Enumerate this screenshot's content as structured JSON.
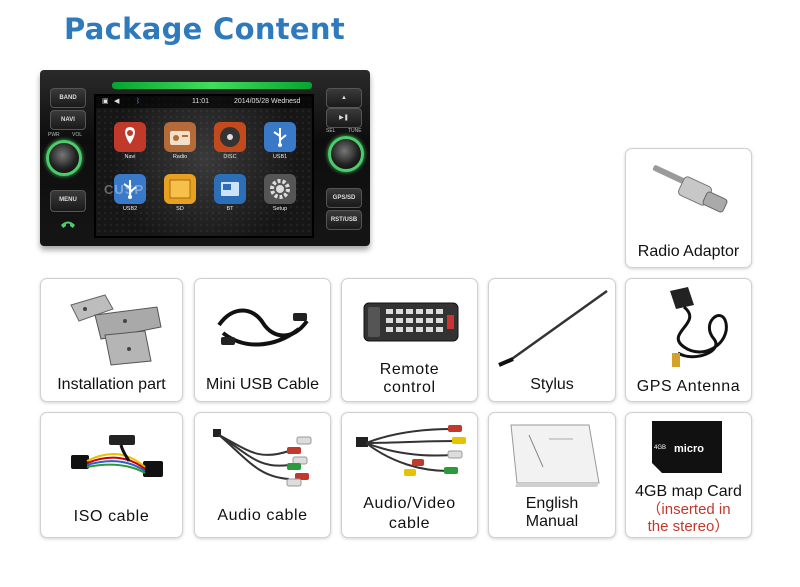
{
  "title": "Package Content",
  "head_unit": {
    "buttons": {
      "band": "BAND",
      "navi": "NAVI",
      "menu": "MENU",
      "gps_sd": "GPS/SD",
      "rst_usb": "RST/USB",
      "pwr": "PWR",
      "vol": "VOL",
      "sel": "SEL",
      "tune": "TUNE"
    },
    "status": {
      "time": "11:01",
      "date": "2014/05/28 Wednesd"
    },
    "apps": [
      {
        "label": "Navi",
        "color": "#c0392b"
      },
      {
        "label": "Radio",
        "color": "#b56a3a"
      },
      {
        "label": "DISC",
        "color": "#c24a1c"
      },
      {
        "label": "USB1",
        "color": "#3a78c8"
      },
      {
        "label": "USB2",
        "color": "#3a78c8"
      },
      {
        "label": "SD",
        "color": "#e8a020"
      },
      {
        "label": "BT",
        "color": "#2c6fb8"
      },
      {
        "label": "Setup",
        "color": "#555555"
      }
    ],
    "watermark": "CUSP"
  },
  "items": {
    "radio_adaptor": "Radio Adaptor",
    "installation_part": "Installation part",
    "mini_usb_cable": "Mini USB Cable",
    "remote_control_line1": "Remote",
    "remote_control_line2": "control",
    "stylus": "Stylus",
    "gps_antenna": "GPS Antenna",
    "iso_cable": "ISO cable",
    "audio_cable": "Audio cable",
    "av_cable_line1": "Audio/Video",
    "av_cable_line2": "cable",
    "manual_line1": "English",
    "manual_line2": "Manual",
    "map_card": "4GB map Card",
    "map_card_note_line1": "（inserted in",
    "map_card_note_line2": "the stereo）",
    "sd_card_brand": "micro",
    "sd_card_size": "4GB"
  },
  "colors": {
    "title": "#2f79bd",
    "note": "#c0392b",
    "led": "#4ccc6a"
  }
}
